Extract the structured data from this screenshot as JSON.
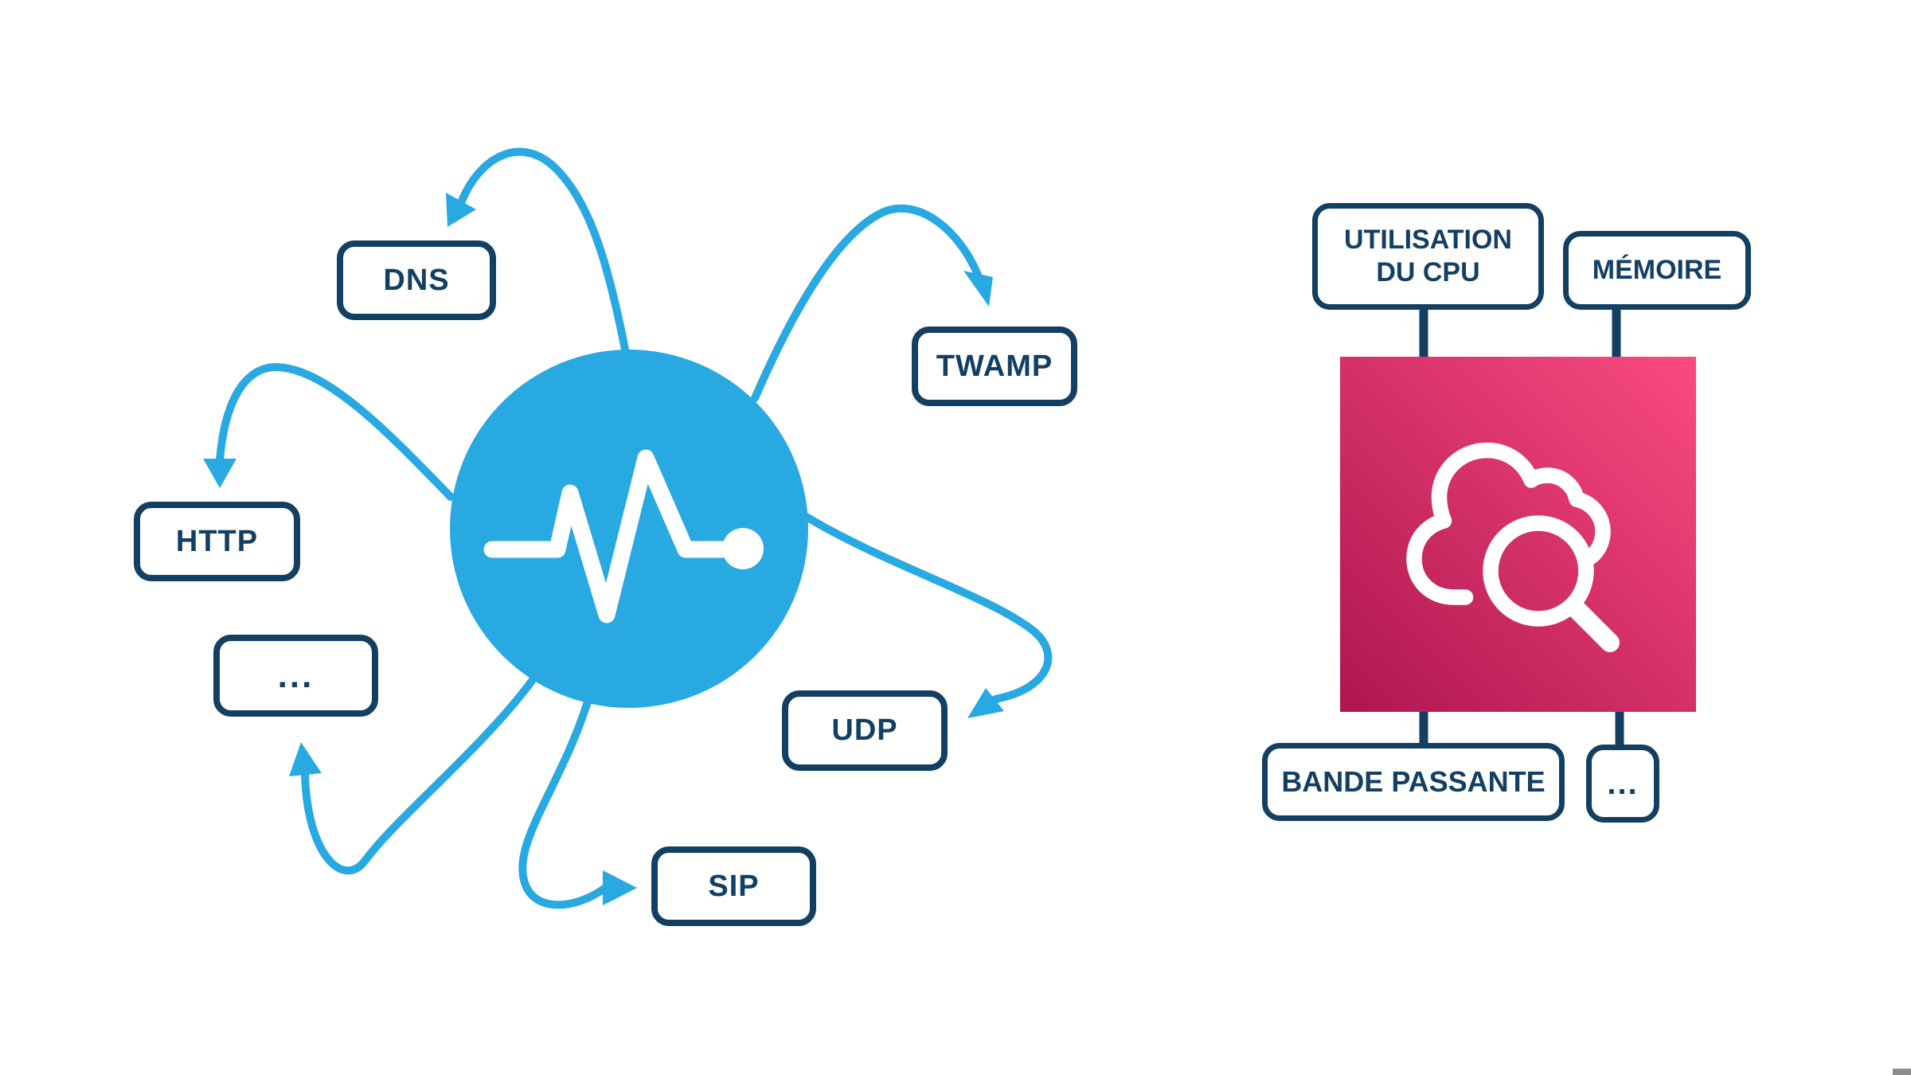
{
  "colors": {
    "background": "#FFFFFF",
    "accent_blue": "#29A9E1",
    "navy": "#133F63",
    "pink_gradient_start": "#AE1650",
    "pink_gradient_end": "#FA4B80",
    "icon_white": "#FFFFFF",
    "corner_mark_gray": "#8C8C8C"
  },
  "left_diagram": {
    "center_icon": "pulse-monitor-icon",
    "boxes": [
      {
        "id": "dns",
        "label": "DNS"
      },
      {
        "id": "twamp",
        "label": "TWAMP"
      },
      {
        "id": "http",
        "label": "HTTP"
      },
      {
        "id": "more",
        "label": "..."
      },
      {
        "id": "udp",
        "label": "UDP"
      },
      {
        "id": "sip",
        "label": "SIP"
      }
    ]
  },
  "right_diagram": {
    "center_icon": "cloud-search-icon",
    "boxes": [
      {
        "id": "cpu",
        "line1": "UTILISATION",
        "line2": "DU CPU"
      },
      {
        "id": "memory",
        "label": "MÉMOIRE"
      },
      {
        "id": "bandwidth",
        "label": "BANDE PASSANTE"
      },
      {
        "id": "more",
        "label": "..."
      }
    ]
  }
}
